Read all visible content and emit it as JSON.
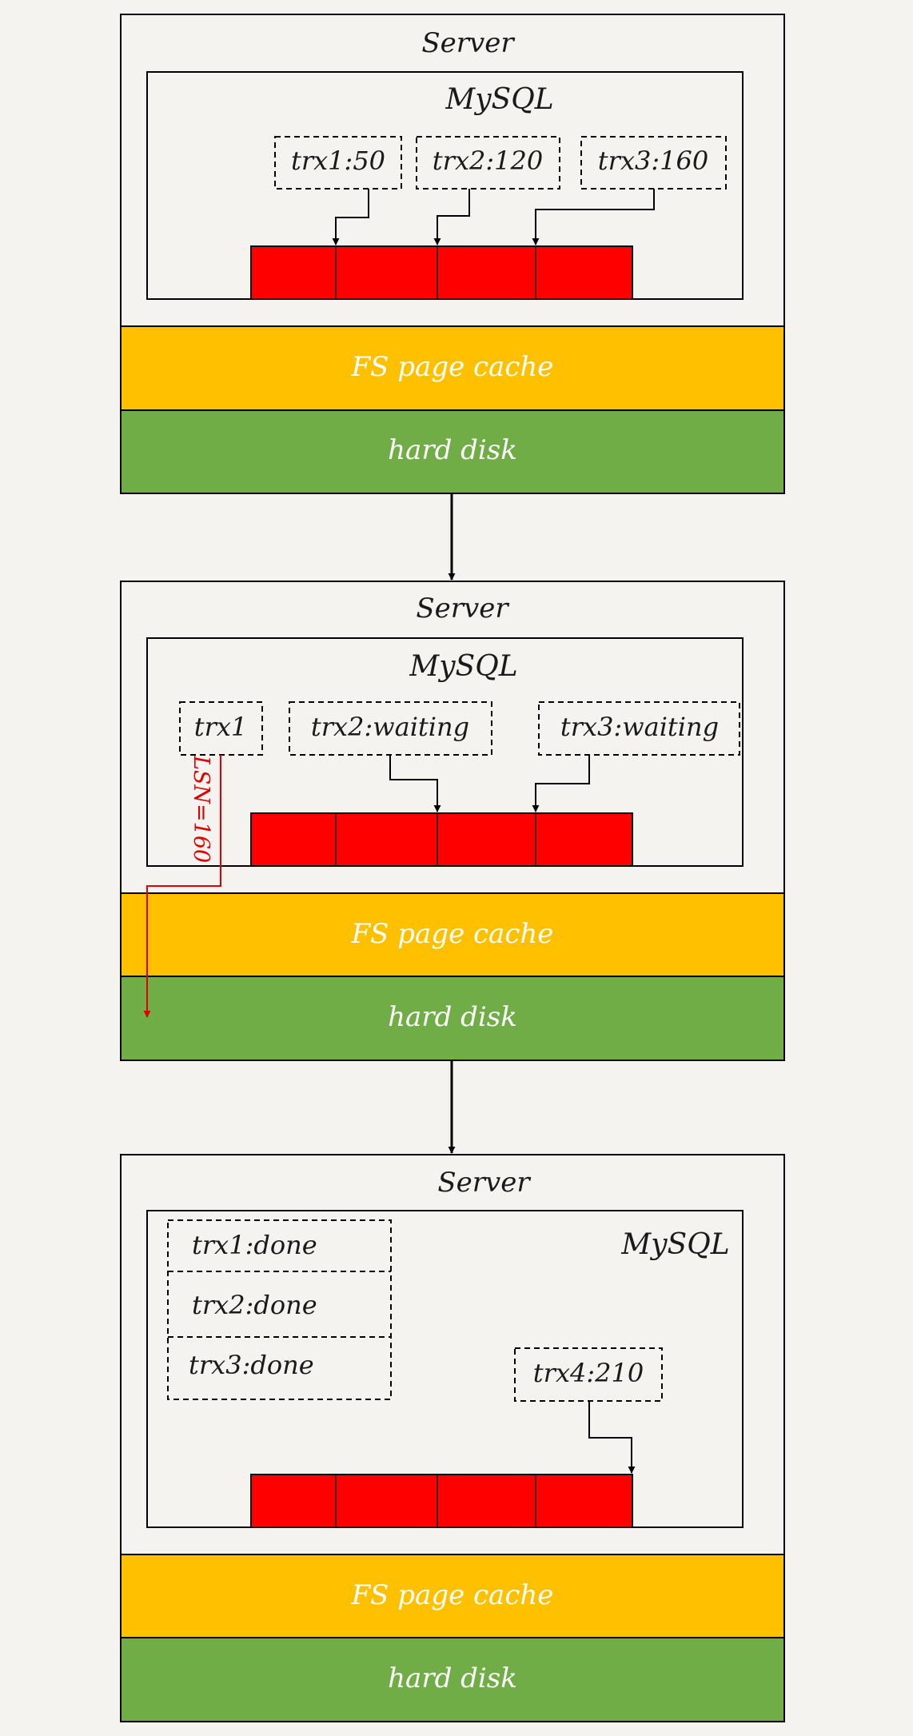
{
  "colors": {
    "background": "#f4f3ef",
    "buffer": "#ff0000",
    "page_cache": "#ffc000",
    "hard_disk": "#70ad47",
    "lsn_arrow": "#e00000"
  },
  "panels": [
    {
      "server_label": "Server",
      "mysql_label": "MySQL",
      "page_cache_label": "FS page cache",
      "disk_label": "hard disk",
      "transactions": [
        "trx1:50",
        "trx2:120",
        "trx3:160"
      ]
    },
    {
      "server_label": "Server",
      "mysql_label": "MySQL",
      "page_cache_label": "FS page cache",
      "disk_label": "hard disk",
      "transactions": [
        "trx1",
        "trx2:waiting",
        "trx3:waiting"
      ],
      "lsn_label": "LSN=160"
    },
    {
      "server_label": "Server",
      "mysql_label": "MySQL",
      "page_cache_label": "FS page cache",
      "disk_label": "hard disk",
      "done_list": [
        "trx1:done",
        "trx2:done",
        "trx3:done"
      ],
      "transactions": [
        "trx4:210"
      ]
    }
  ]
}
